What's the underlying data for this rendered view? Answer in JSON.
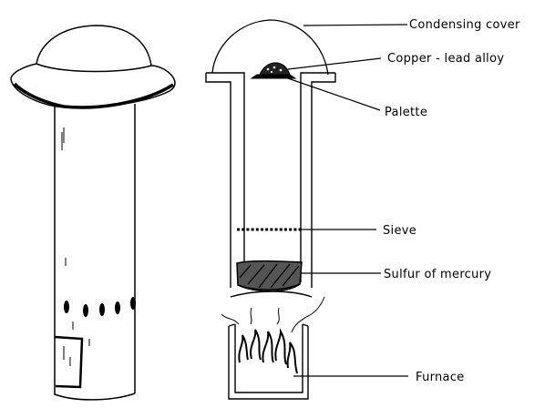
{
  "diagram": {
    "subject": "Apparatus for sublimation of sulfur of mercury with condensing cover",
    "views": [
      {
        "name": "exterior-view",
        "description": "External view of the vessel with domed cover"
      },
      {
        "name": "cross-section-view",
        "description": "Cut-away view showing internal components"
      }
    ],
    "labels": {
      "condensing_cover": "Condensing cover",
      "copper_lead_alloy": "Copper - lead alloy",
      "palette": "Palette",
      "sieve": "Sieve",
      "sulfur_of_mercury": "Sulfur of mercury",
      "furnace": "Furnace"
    },
    "colors": {
      "ink": "#000000",
      "paper": "#ffffff"
    }
  }
}
